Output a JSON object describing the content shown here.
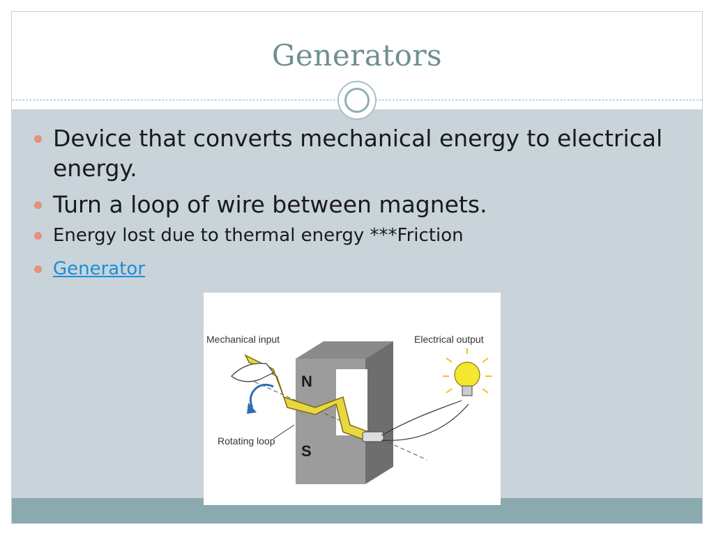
{
  "slide": {
    "title": "Generators",
    "bullets": [
      "Device that converts mechanical energy to electrical energy.",
      "Turn a loop of wire between magnets.",
      "Energy lost due to thermal energy ***Friction"
    ],
    "link_text": "Generator"
  },
  "figure": {
    "labels": {
      "mechanical_input": "Mechanical input",
      "electrical_output": "Electrical output",
      "rotating_loop": "Rotating loop",
      "north": "N",
      "south": "S"
    }
  },
  "colors": {
    "title": "#6f8f8f",
    "content_bg": "#c8d3da",
    "footer": "#8aaab0",
    "bullet": "#e8907a",
    "link": "#1a8fd8"
  }
}
